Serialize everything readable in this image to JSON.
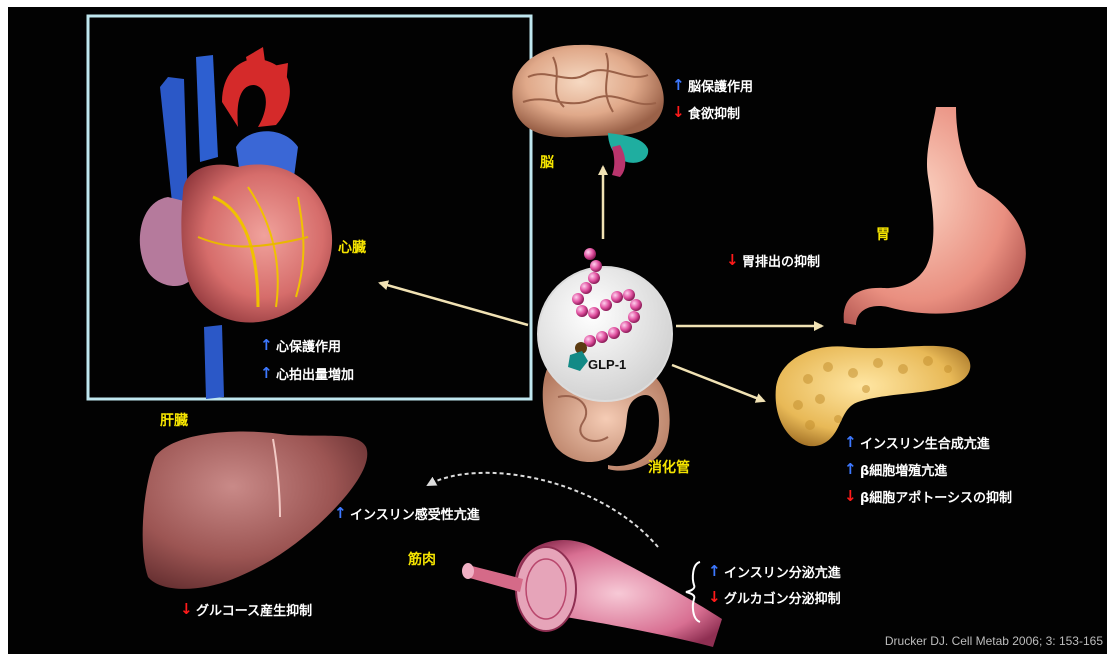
{
  "center": {
    "label": "GLP-1"
  },
  "organs": {
    "heart": {
      "label": "心臓",
      "effects": [
        {
          "dir": "up",
          "text": "心保護作用"
        },
        {
          "dir": "up",
          "text": "心拍出量増加"
        }
      ]
    },
    "brain": {
      "label": "脳",
      "effects": [
        {
          "dir": "up",
          "text": "脳保護作用"
        },
        {
          "dir": "down",
          "text": "食欲抑制"
        }
      ]
    },
    "stomach": {
      "label": "胃",
      "effects": [
        {
          "dir": "down",
          "text": "胃排出の抑制"
        }
      ]
    },
    "pancreas": {
      "effects": [
        {
          "dir": "up",
          "text": "インスリン生合成亢進"
        },
        {
          "dir": "up",
          "text": "β細胞増殖亢進"
        },
        {
          "dir": "down",
          "text": "β細胞アポトーシスの抑制"
        }
      ]
    },
    "gut": {
      "label": "消化管"
    },
    "liver": {
      "label": "肝臓",
      "effects": [
        {
          "dir": "down",
          "text": "グルコース産生抑制"
        }
      ]
    },
    "muscle": {
      "label": "筋肉",
      "effects": [
        {
          "dir": "up",
          "text": "インスリン感受性亢進"
        }
      ]
    },
    "secretion": {
      "effects": [
        {
          "dir": "up",
          "text": "インスリン分泌亢進"
        },
        {
          "dir": "down",
          "text": "グルカゴン分泌抑制"
        }
      ]
    }
  },
  "citation": "Drucker DJ. Cell Metab 2006; 3: 153-165",
  "colors": {
    "background": "#020202",
    "label": "#f5e400",
    "up_arrow": "#3d78ff",
    "down_arrow": "#ff1a1a",
    "connector": "#f1e2b4",
    "frame": "#bfe6ef"
  }
}
